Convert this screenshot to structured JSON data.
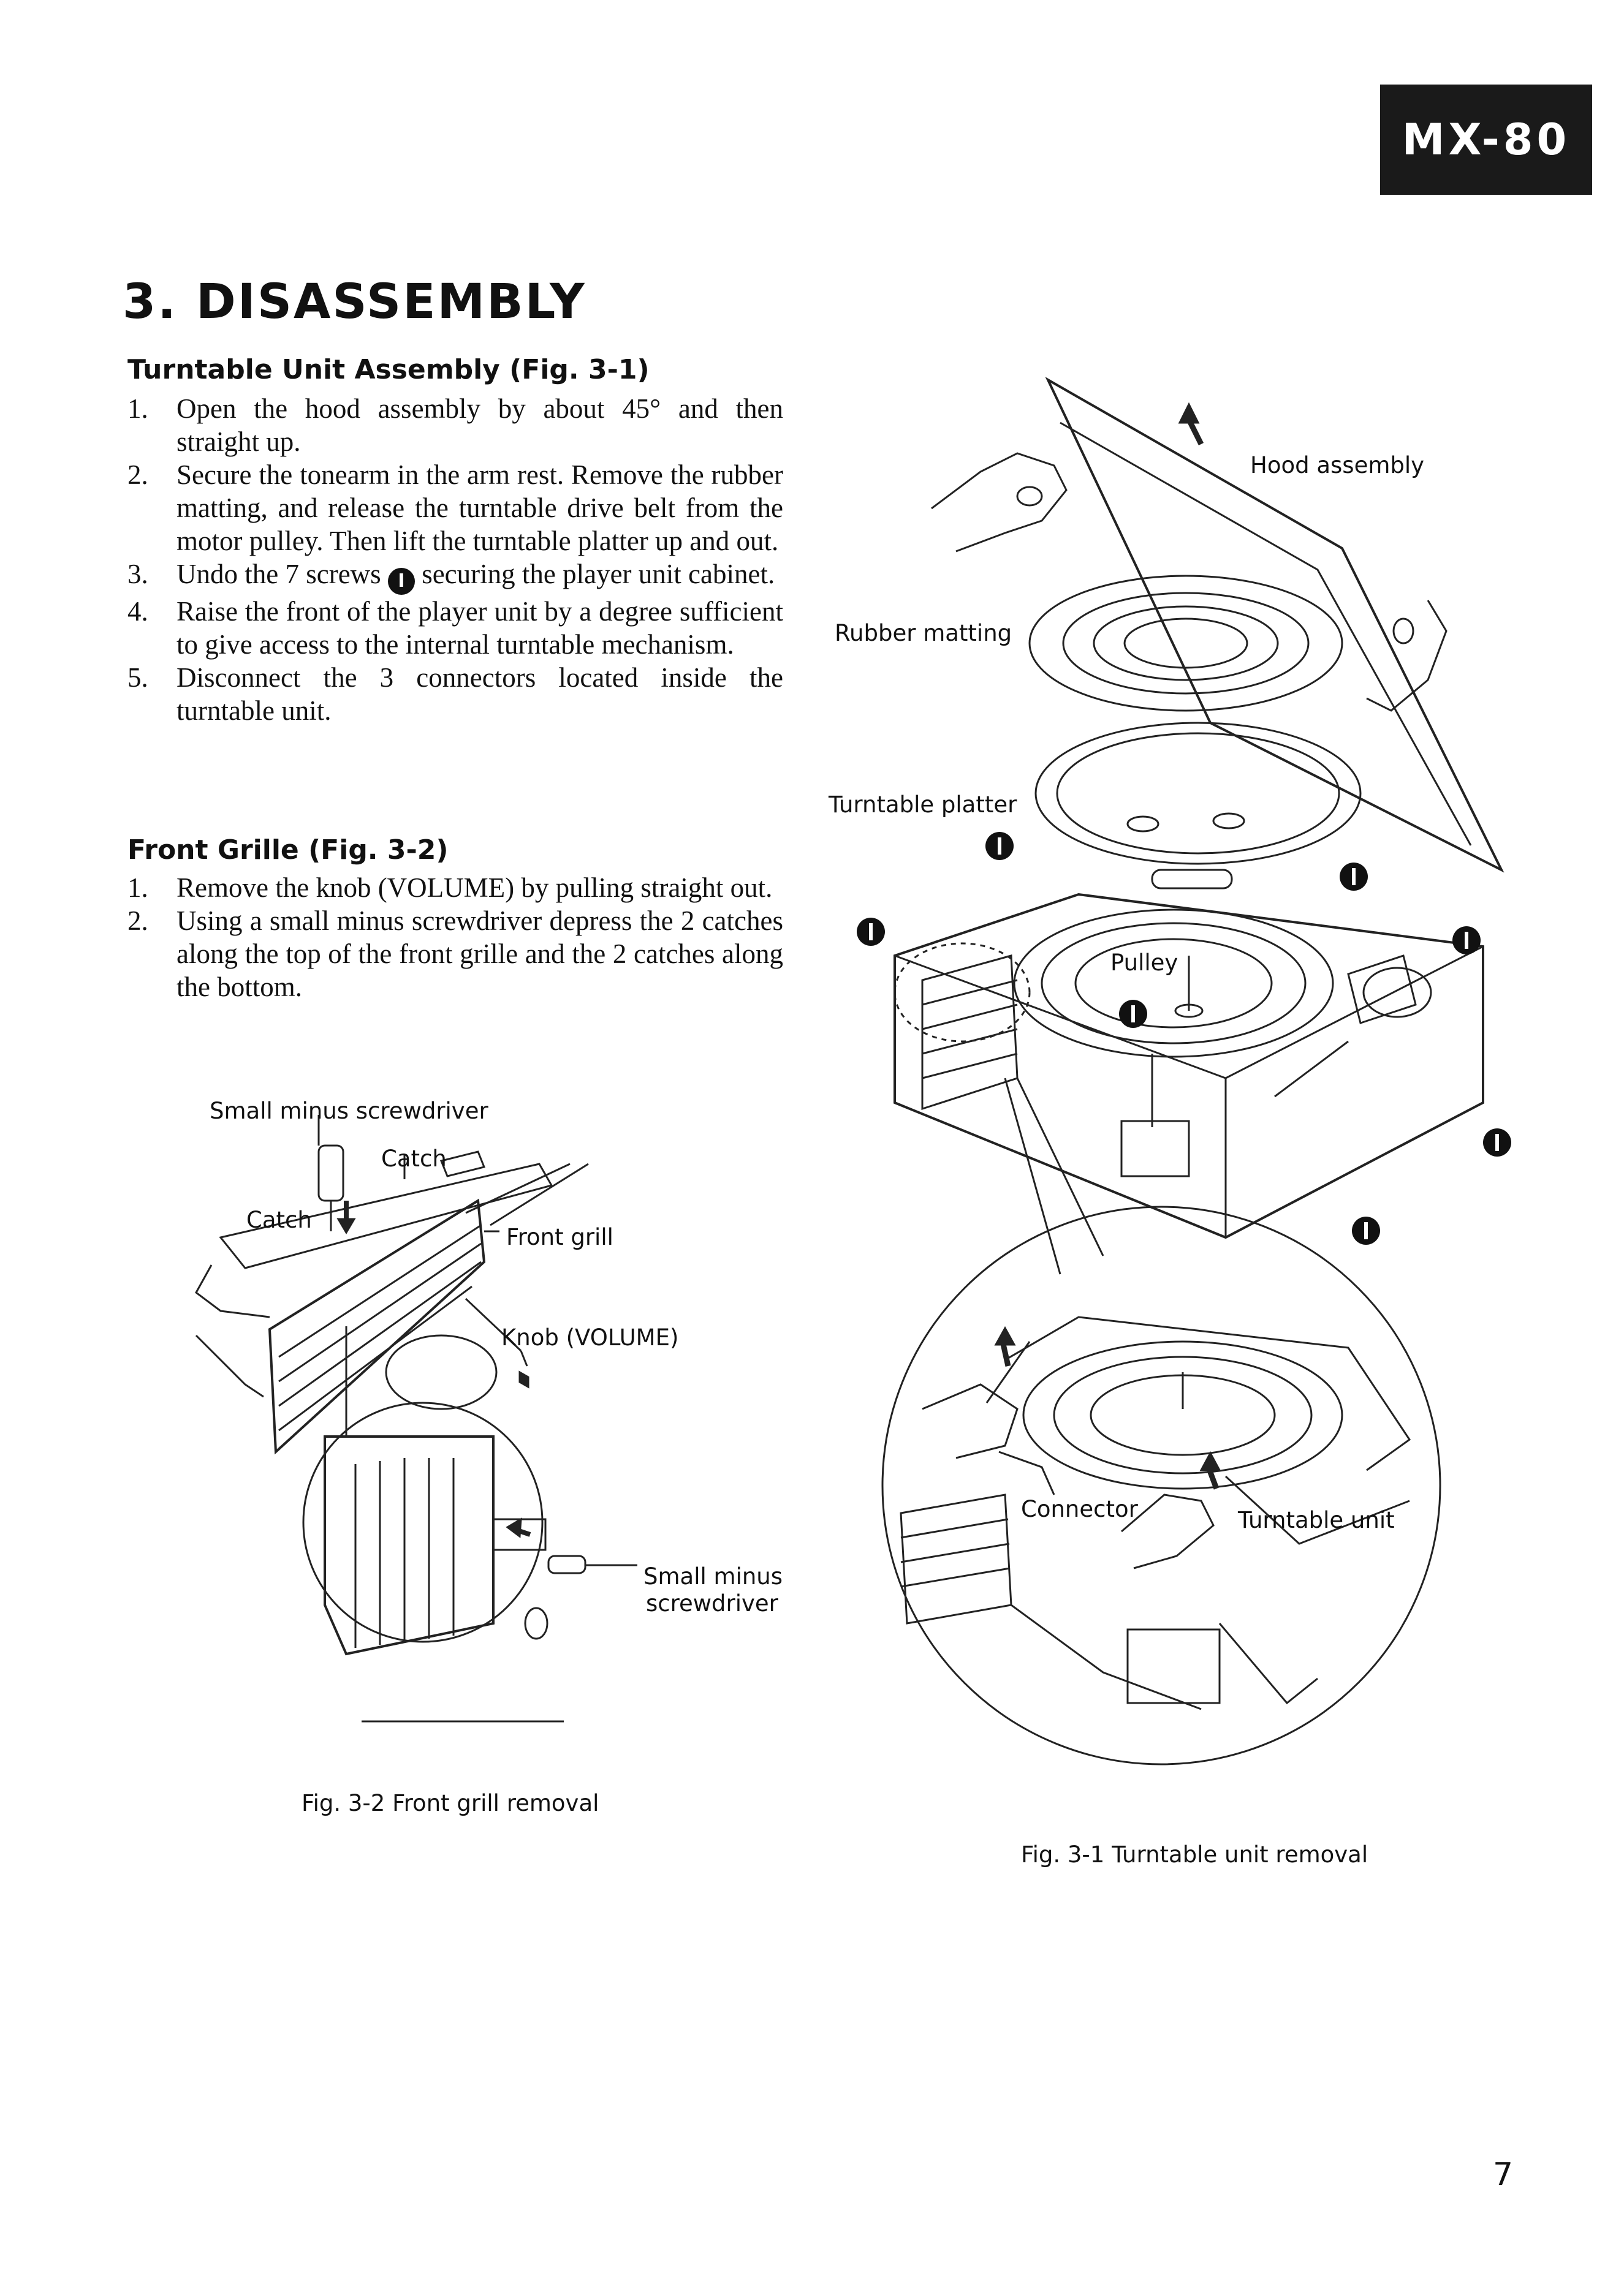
{
  "header": {
    "model": "MX-80"
  },
  "section": {
    "title": "3. DISASSEMBLY"
  },
  "turntable_section": {
    "heading": "Turntable Unit Assembly (Fig. 3-1)",
    "steps": [
      {
        "num": "1.",
        "text": "Open the hood assembly by about 45° and then straight up."
      },
      {
        "num": "2.",
        "text": "Secure the tonearm in the arm rest. Remove the rubber matting, and release the turntable drive belt from the motor pulley. Then lift the turntable platter up and out."
      },
      {
        "num": "3.",
        "text_before": "Undo the 7 screws",
        "screw_symbol": "I",
        "text_after": "securing the player unit cabinet."
      },
      {
        "num": "4.",
        "text": "Raise the front of the player unit by a degree sufficient to give access to the internal turntable mechanism."
      },
      {
        "num": "5.",
        "text": "Disconnect the 3 connectors located inside the turntable unit."
      }
    ]
  },
  "grille_section": {
    "heading": "Front Grille (Fig. 3-2)",
    "steps": [
      {
        "num": "1.",
        "text": "Remove the knob (VOLUME) by pulling straight out."
      },
      {
        "num": "2.",
        "text": "Using a small minus screwdriver depress the 2 catches along the top of the front grille and the 2 catches along the bottom."
      }
    ]
  },
  "fig_3_2": {
    "caption": "Fig. 3-2  Front grill removal",
    "labels": {
      "small_minus_top": "Small minus screwdriver",
      "catch_upper": "Catch",
      "catch_left": "Catch",
      "front_grill": "Front grill",
      "knob_volume": "Knob (VOLUME)",
      "small_minus_1": "Small minus",
      "small_minus_2": "screwdriver"
    }
  },
  "fig_3_1": {
    "caption": "Fig. 3-1  Turntable unit removal",
    "labels": {
      "hood_assembly": "Hood assembly",
      "rubber_matting": "Rubber matting",
      "turntable_platter": "Turntable platter",
      "pulley": "Pulley",
      "connector": "Connector",
      "turntable_unit": "Turntable unit"
    }
  },
  "footer": {
    "page_number": "7"
  }
}
